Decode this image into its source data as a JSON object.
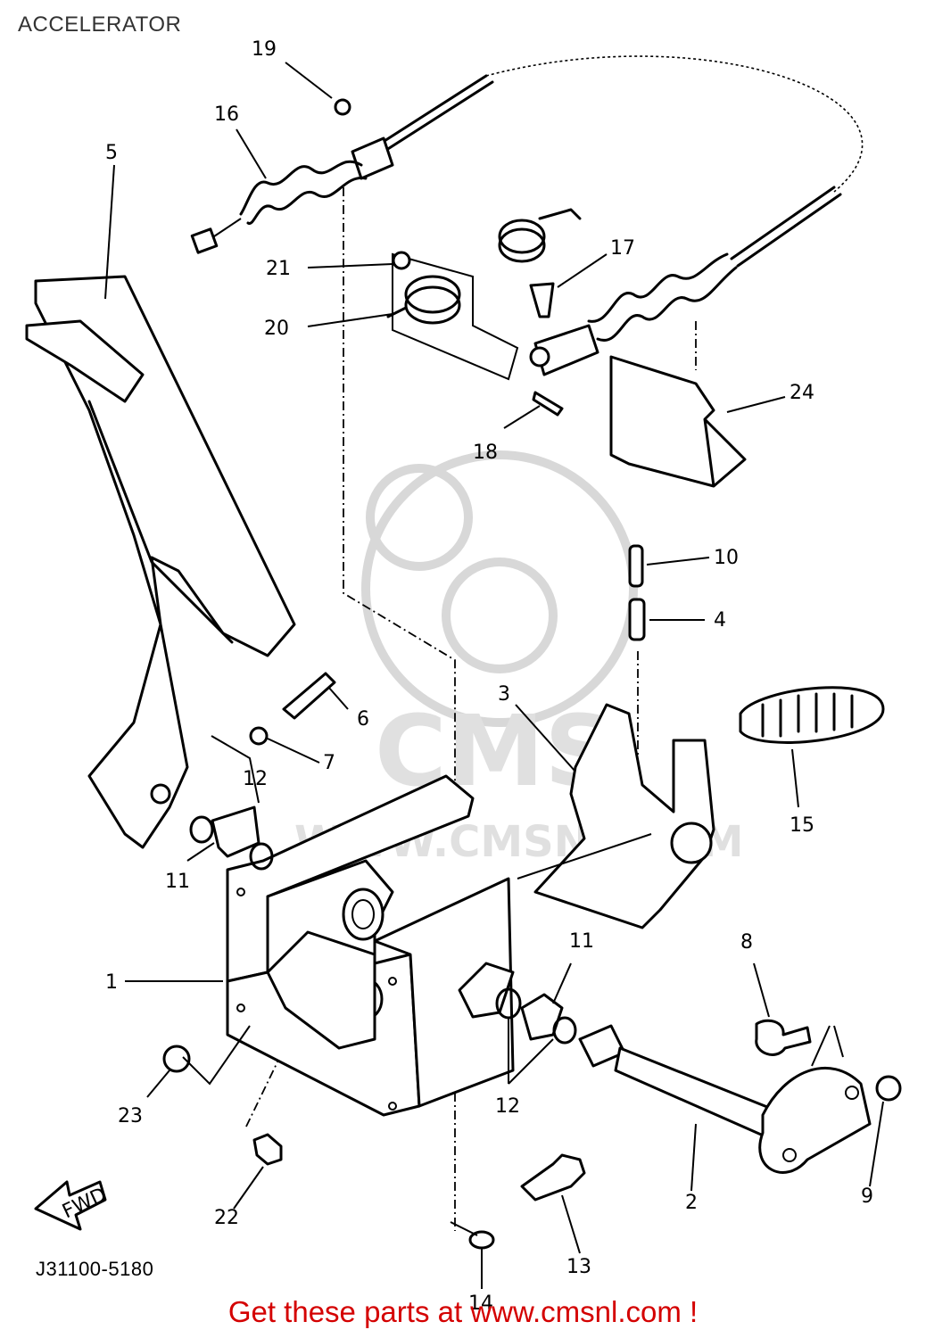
{
  "header": {
    "title": "ACCELERATOR"
  },
  "diagram": {
    "code": "J31100-5180",
    "fwd_label": "FWD",
    "callouts": [
      {
        "id": "1"
      },
      {
        "id": "2"
      },
      {
        "id": "3"
      },
      {
        "id": "4"
      },
      {
        "id": "5"
      },
      {
        "id": "6"
      },
      {
        "id": "7"
      },
      {
        "id": "8"
      },
      {
        "id": "9"
      },
      {
        "id": "10"
      },
      {
        "id": "11a"
      },
      {
        "id": "11b"
      },
      {
        "id": "12a"
      },
      {
        "id": "12b"
      },
      {
        "id": "13"
      },
      {
        "id": "14"
      },
      {
        "id": "15"
      },
      {
        "id": "16"
      },
      {
        "id": "17"
      },
      {
        "id": "18"
      },
      {
        "id": "19"
      },
      {
        "id": "20"
      },
      {
        "id": "21"
      },
      {
        "id": "22"
      },
      {
        "id": "23"
      },
      {
        "id": "24"
      }
    ],
    "labels": {
      "c1": "1",
      "c2": "2",
      "c3": "3",
      "c4": "4",
      "c5": "5",
      "c6": "6",
      "c7": "7",
      "c8": "8",
      "c9": "9",
      "c10": "10",
      "c11a": "11",
      "c11b": "11",
      "c12a": "12",
      "c12b": "12",
      "c13": "13",
      "c14": "14",
      "c15": "15",
      "c16": "16",
      "c17": "17",
      "c18": "18",
      "c19": "19",
      "c20": "20",
      "c21": "21",
      "c22": "22",
      "c23": "23",
      "c24": "24"
    }
  },
  "watermark": {
    "text": "CMS",
    "url": "WWW.CMSNL.COM"
  },
  "footer": {
    "promo": "Get these parts at www.cmsnl.com !"
  }
}
